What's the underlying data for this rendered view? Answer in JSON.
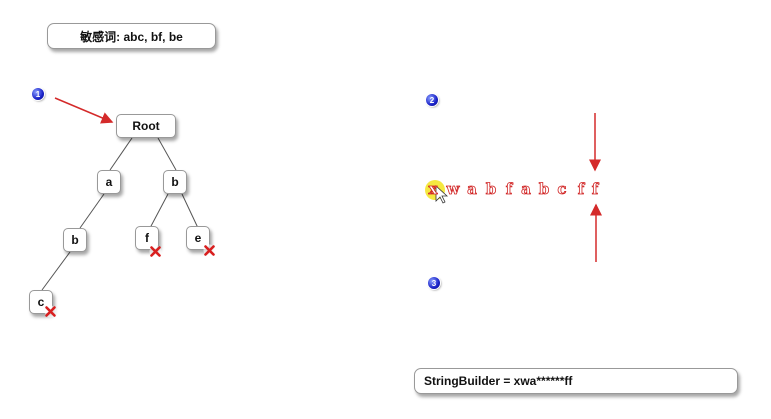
{
  "sensitive_words_label": "敏感词: abc, bf, be",
  "steps": [
    "1",
    "2",
    "3"
  ],
  "tree": {
    "root": "Root",
    "level1": [
      "a",
      "b"
    ],
    "level2": [
      "b",
      "f",
      "e"
    ],
    "level3": [
      "c"
    ]
  },
  "input_chars": [
    "x",
    "w",
    "a",
    "b",
    "f",
    "a",
    "b",
    "c",
    "f",
    "f"
  ],
  "stringbuilder_label": "StringBuilder = xwa******ff",
  "colors": {
    "arrow": "#d42a2a",
    "badge": "#1a22c8",
    "cross": "#d81f1f",
    "highlight": "#f2e000"
  }
}
